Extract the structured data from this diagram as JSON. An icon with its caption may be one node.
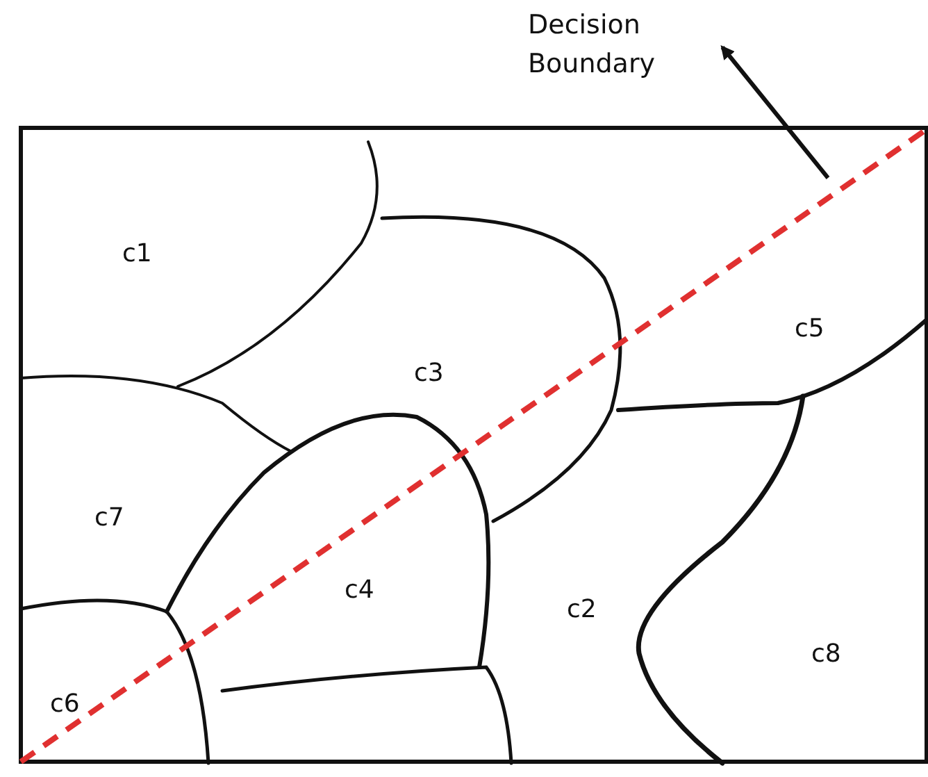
{
  "diagram": {
    "nodes": [
      {
        "text": [
          "Decision Boundary"
        ]
      },
      {
        "text": [],
        "shape": "line"
      }
    ],
    "edges": [
      {
        "from": 1,
        "to": 0,
        "arrow": "to"
      }
    ],
    "labels": [
      "c1",
      "c5",
      "c3",
      "c7",
      "c4",
      "c2",
      "c8",
      "c6"
    ]
  }
}
